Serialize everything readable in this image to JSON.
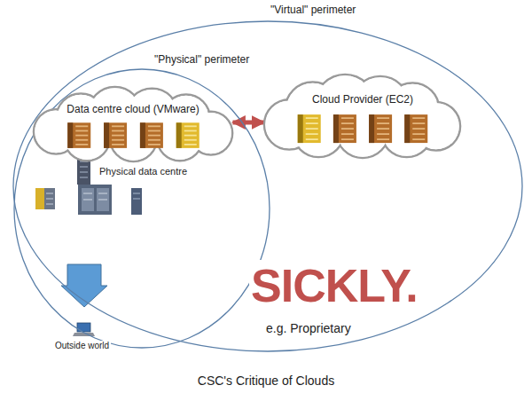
{
  "diagram": {
    "caption": "CSC's Critique of Clouds",
    "nodes": [
      {
        "text": [
          "\"Virtual\" perimeter"
        ]
      },
      {
        "text": [
          "\"Physical\" perimeter"
        ],
        "in": 0
      },
      {
        "text": [
          "Data centre cloud (VMware)"
        ],
        "in": 1
      },
      {
        "text": [
          "Cloud Provider (EC2)"
        ],
        "in": 0
      }
    ],
    "edges": [
      {
        "from": 2,
        "to": 3,
        "arrow": "both"
      }
    ],
    "labels": [
      "Physical data centre",
      "SICKLY.",
      "e.g. Proprietary",
      "Outside world"
    ]
  }
}
